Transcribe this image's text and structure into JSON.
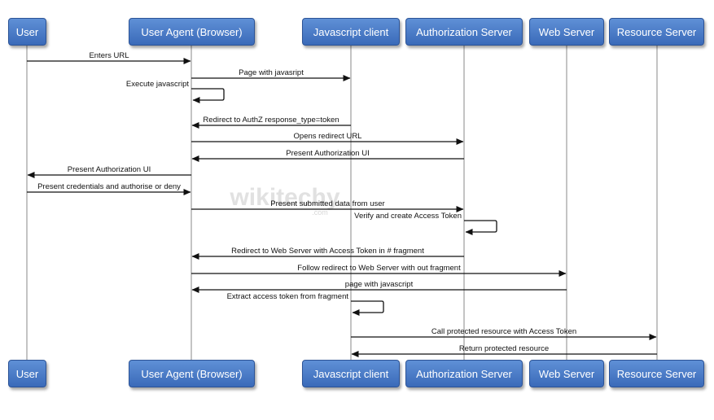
{
  "actors": [
    {
      "id": "user",
      "label": "User"
    },
    {
      "id": "browser",
      "label": "User Agent (Browser)"
    },
    {
      "id": "jsclient",
      "label": "Javascript client"
    },
    {
      "id": "authz",
      "label": "Authorization Server"
    },
    {
      "id": "web",
      "label": "Web Server"
    },
    {
      "id": "resource",
      "label": "Resource Server"
    }
  ],
  "messages": [
    {
      "from": "user",
      "to": "browser",
      "label": "Enters URL"
    },
    {
      "from": "browser",
      "to": "jsclient",
      "label": "Page with javasript"
    },
    {
      "from": "browser",
      "to": "browser",
      "label": "Execute javascript"
    },
    {
      "from": "jsclient",
      "to": "browser",
      "label": "Redirect to AuthZ response_type=token"
    },
    {
      "from": "browser",
      "to": "authz",
      "label": "Opens redirect URL"
    },
    {
      "from": "authz",
      "to": "browser",
      "label": "Present Authorization UI"
    },
    {
      "from": "browser",
      "to": "user",
      "label": "Present Authorization UI"
    },
    {
      "from": "user",
      "to": "browser",
      "label": "Present credentials and authorise or deny"
    },
    {
      "from": "browser",
      "to": "authz",
      "label": "Present submitted data from user"
    },
    {
      "from": "authz",
      "to": "authz",
      "label": "Verify and create Access Token"
    },
    {
      "from": "authz",
      "to": "browser",
      "label": "Redirect to Web Server with Access Token in # fragment"
    },
    {
      "from": "browser",
      "to": "web",
      "label": "Follow redirect to Web Server with out fragment"
    },
    {
      "from": "web",
      "to": "browser",
      "label": "page with javascript"
    },
    {
      "from": "jsclient",
      "to": "jsclient",
      "label": "Extract access token from fragment"
    },
    {
      "from": "jsclient",
      "to": "resource",
      "label": "Call protected resource with Access Token"
    },
    {
      "from": "resource",
      "to": "jsclient",
      "label": "Return protected resource"
    }
  ],
  "watermark": {
    "main": "wikitechy",
    "sub": ".com"
  },
  "colors": {
    "actor_fill": "#4a7cc8",
    "lifeline": "#8a8a8a",
    "arrow": "#111111"
  }
}
